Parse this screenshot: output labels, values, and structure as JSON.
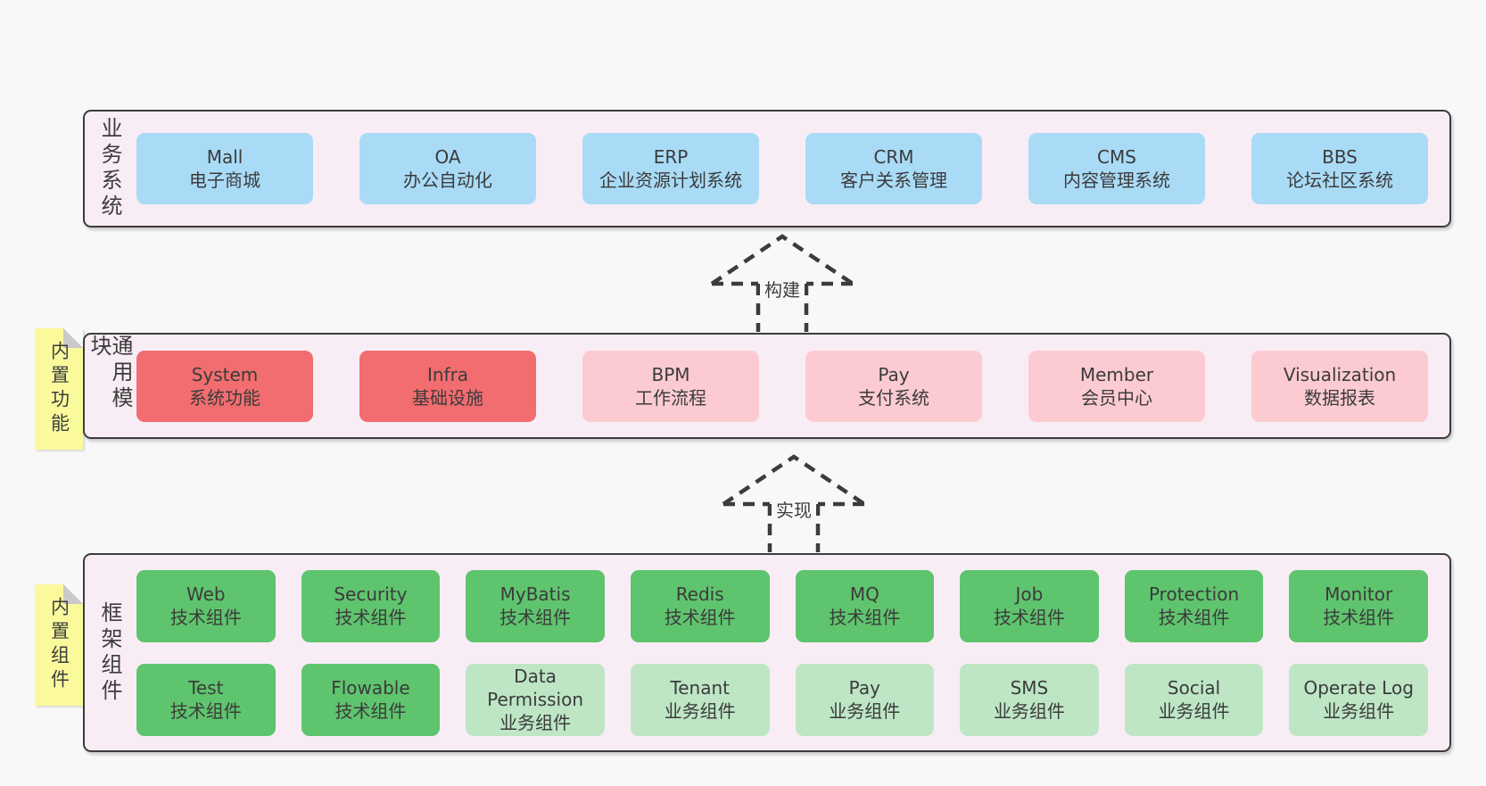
{
  "colors": {
    "page_bg": "#f8f8f8",
    "container_bg": "#f9edf5",
    "container_border": "#3c3c3c",
    "card_blue": "#a9dbf6",
    "card_red": "#f26d6f",
    "card_pink": "#fccbd2",
    "card_green": "#5fc46e",
    "card_light_green": "#bee6c5",
    "note_yellow": "#fafa9d",
    "note_fold_gray": "#c9c9c9",
    "text": "#3b3b3b"
  },
  "arrows": [
    {
      "label": "构建"
    },
    {
      "label": "实现"
    }
  ],
  "notes": [
    {
      "text": "内置功能"
    },
    {
      "text": "内置组件"
    }
  ],
  "layers": [
    {
      "label": "业务系统",
      "cards": [
        {
          "title": "Mall",
          "subtitle": "电子商城",
          "variant": "blue"
        },
        {
          "title": "OA",
          "subtitle": "办公自动化",
          "variant": "blue"
        },
        {
          "title": "ERP",
          "subtitle": "企业资源计划系统",
          "variant": "blue"
        },
        {
          "title": "CRM",
          "subtitle": "客户关系管理",
          "variant": "blue"
        },
        {
          "title": "CMS",
          "subtitle": "内容管理系统",
          "variant": "blue"
        },
        {
          "title": "BBS",
          "subtitle": "论坛社区系统",
          "variant": "blue"
        }
      ]
    },
    {
      "label": "通用模块",
      "cards": [
        {
          "title": "System",
          "subtitle": "系统功能",
          "variant": "red"
        },
        {
          "title": "Infra",
          "subtitle": "基础设施",
          "variant": "red"
        },
        {
          "title": "BPM",
          "subtitle": "工作流程",
          "variant": "pink"
        },
        {
          "title": "Pay",
          "subtitle": "支付系统",
          "variant": "pink"
        },
        {
          "title": "Member",
          "subtitle": "会员中心",
          "variant": "pink"
        },
        {
          "title": "Visualization",
          "subtitle": "数据报表",
          "variant": "pink"
        }
      ]
    },
    {
      "label": "框架组件",
      "cards": [
        {
          "title": "Web",
          "subtitle": "技术组件",
          "variant": "green"
        },
        {
          "title": "Security",
          "subtitle": "技术组件",
          "variant": "green"
        },
        {
          "title": "MyBatis",
          "subtitle": "技术组件",
          "variant": "green"
        },
        {
          "title": "Redis",
          "subtitle": "技术组件",
          "variant": "green"
        },
        {
          "title": "MQ",
          "subtitle": "技术组件",
          "variant": "green"
        },
        {
          "title": "Job",
          "subtitle": "技术组件",
          "variant": "green"
        },
        {
          "title": "Protection",
          "subtitle": "技术组件",
          "variant": "green"
        },
        {
          "title": "Monitor",
          "subtitle": "技术组件",
          "variant": "green"
        },
        {
          "title": "Test",
          "subtitle": "技术组件",
          "variant": "green"
        },
        {
          "title": "Flowable",
          "subtitle": "技术组件",
          "variant": "green"
        },
        {
          "title": "Data Permission",
          "subtitle": "业务组件",
          "variant": "lightgreen"
        },
        {
          "title": "Tenant",
          "subtitle": "业务组件",
          "variant": "lightgreen"
        },
        {
          "title": "Pay",
          "subtitle": "业务组件",
          "variant": "lightgreen"
        },
        {
          "title": "SMS",
          "subtitle": "业务组件",
          "variant": "lightgreen"
        },
        {
          "title": "Social",
          "subtitle": "业务组件",
          "variant": "lightgreen"
        },
        {
          "title": "Operate Log",
          "subtitle": "业务组件",
          "variant": "lightgreen"
        }
      ]
    }
  ]
}
